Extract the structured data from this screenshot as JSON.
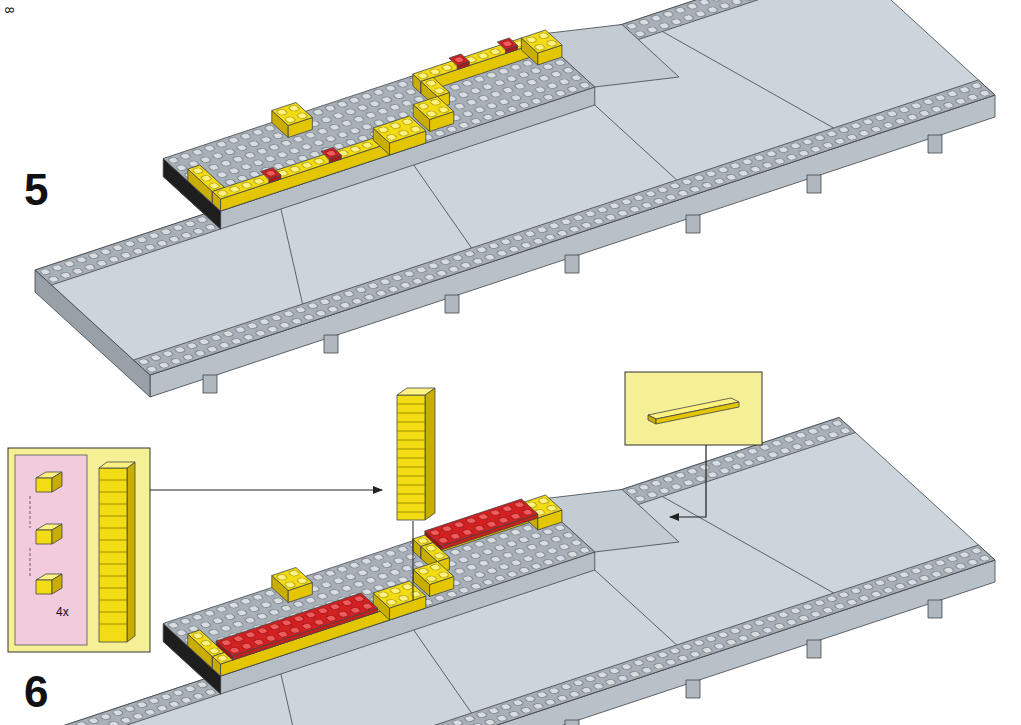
{
  "diagram": {
    "labels": [
      "8",
      "5",
      "6",
      "4x"
    ]
  }
}
